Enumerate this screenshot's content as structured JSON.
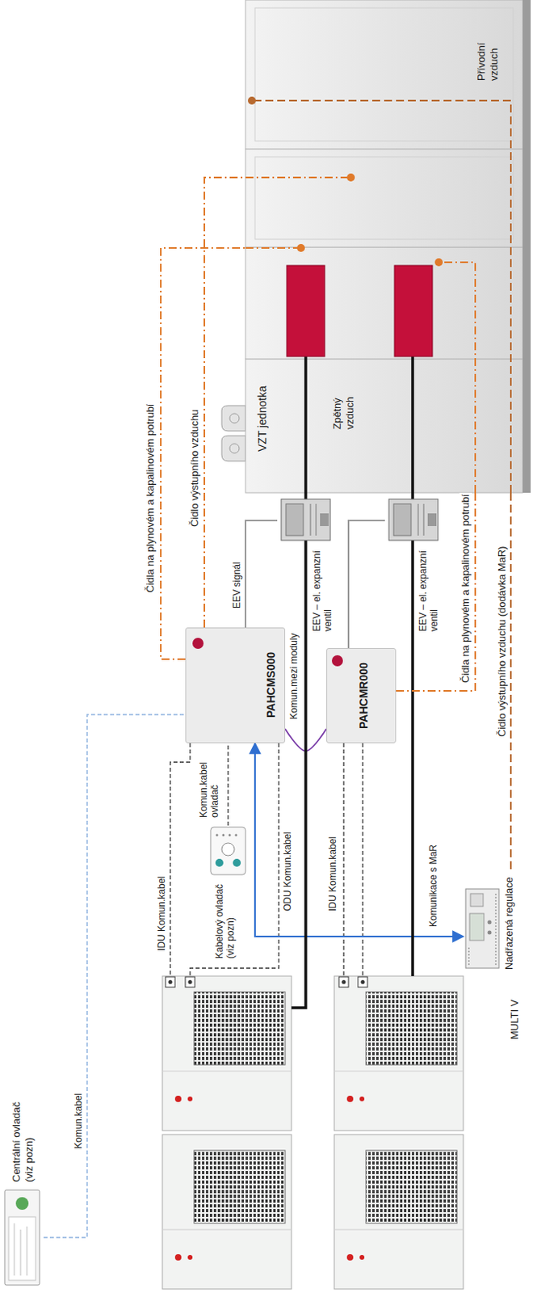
{
  "diagram": {
    "nodes": [
      {
        "text": [
          "Centrální ovladač (viz pozn)"
        ]
      },
      {
        "text": [
          "Kabelový ovladač (viz pozn)"
        ]
      },
      {
        "text": [
          "MULTI V"
        ]
      },
      {
        "text": [
          "PAHCMS000"
        ]
      },
      {
        "text": [
          "PAHCMR000"
        ]
      },
      {
        "text": [
          "Nadřazená regulace"
        ]
      },
      {
        "text": [
          "EEV – el. expanzní ventil"
        ]
      },
      {
        "text": [
          "EEV – el. expanzní ventil"
        ]
      },
      {
        "text": [
          "VZT jednotka",
          "Zpětný vzduch",
          "Přívodní vzduch"
        ]
      }
    ],
    "edges": [
      {
        "from": 0,
        "to": 3,
        "arrow": "none",
        "label": "Komun.kabel"
      },
      {
        "from": 1,
        "to": 3,
        "arrow": "none",
        "label": "Komun.kabel ovladač"
      },
      {
        "from": 3,
        "to": 2,
        "arrow": "none",
        "label": "IDU Komun.kabel"
      },
      {
        "from": 3,
        "to": 2,
        "arrow": "none",
        "label": "ODU Komun.kabel"
      },
      {
        "from": 4,
        "to": 2,
        "arrow": "none",
        "label": "IDU Komun.kabel"
      },
      {
        "from": 4,
        "to": 2,
        "arrow": "none"
      },
      {
        "from": 3,
        "to": 4,
        "arrow": "none",
        "label": "Komun.mezi moduly"
      },
      {
        "from": 5,
        "to": 3,
        "arrow": "both",
        "label": "Komunikace s MaR"
      },
      {
        "from": 3,
        "to": 6,
        "arrow": "none",
        "label": "EEV signál"
      },
      {
        "from": 4,
        "to": 7,
        "arrow": "none"
      },
      {
        "from": 2,
        "to": 8,
        "arrow": "none"
      },
      {
        "from": 2,
        "to": 8,
        "arrow": "none"
      },
      {
        "from": 3,
        "to": 8,
        "arrow": "none",
        "label": "Čidla na plynovém a kapalinovém potrubí"
      },
      {
        "from": 3,
        "to": 8,
        "arrow": "none",
        "label": "Čidlo výstupního vzduchu"
      },
      {
        "from": 4,
        "to": 8,
        "arrow": "none",
        "label": "Čidla na plynovém a kapalinovém potrubí"
      },
      {
        "from": 5,
        "to": 8,
        "arrow": "none",
        "label": "Čidlo výstupního vzduchu (dodávka MaR)"
      }
    ]
  }
}
